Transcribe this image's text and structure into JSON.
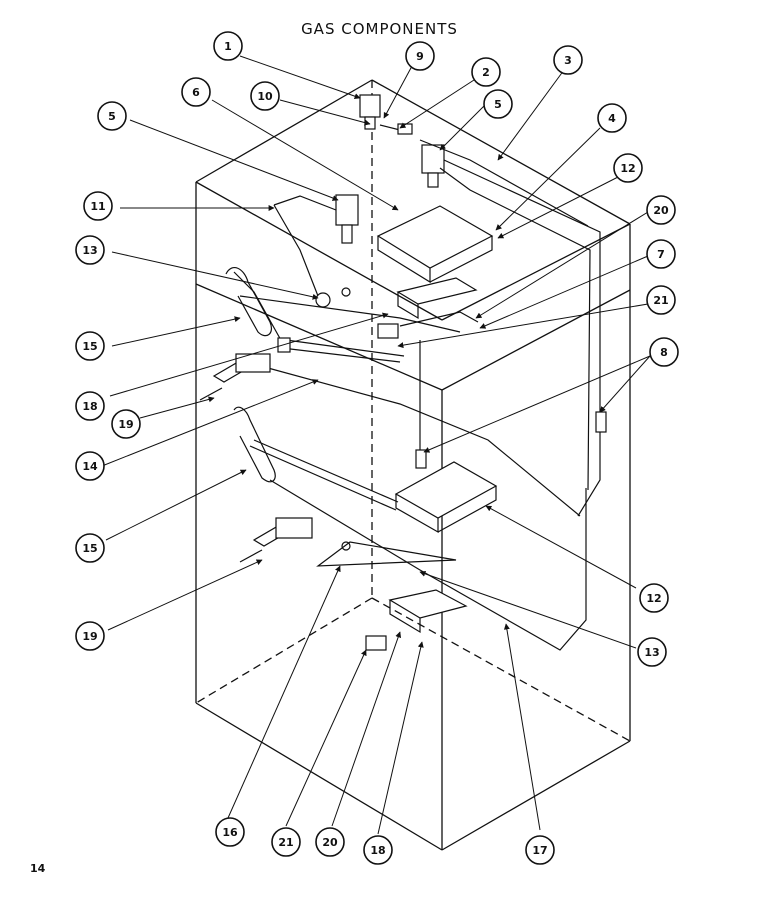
{
  "title": "GAS COMPONENTS",
  "page_number": "14",
  "callouts": [
    {
      "id": "c1",
      "label": "1"
    },
    {
      "id": "c9",
      "label": "9"
    },
    {
      "id": "c2",
      "label": "2"
    },
    {
      "id": "c3",
      "label": "3"
    },
    {
      "id": "c10",
      "label": "10"
    },
    {
      "id": "c6",
      "label": "6"
    },
    {
      "id": "c5a",
      "label": "5"
    },
    {
      "id": "c4",
      "label": "4"
    },
    {
      "id": "c5b",
      "label": "5"
    },
    {
      "id": "c12a",
      "label": "12"
    },
    {
      "id": "c11",
      "label": "11"
    },
    {
      "id": "c20a",
      "label": "20"
    },
    {
      "id": "c13a",
      "label": "13"
    },
    {
      "id": "c7",
      "label": "7"
    },
    {
      "id": "c21a",
      "label": "21"
    },
    {
      "id": "c15a",
      "label": "15"
    },
    {
      "id": "c8",
      "label": "8"
    },
    {
      "id": "c18a",
      "label": "18"
    },
    {
      "id": "c19a",
      "label": "19"
    },
    {
      "id": "c14",
      "label": "14"
    },
    {
      "id": "c15b",
      "label": "15"
    },
    {
      "id": "c12b",
      "label": "12"
    },
    {
      "id": "c19b",
      "label": "19"
    },
    {
      "id": "c13b",
      "label": "13"
    },
    {
      "id": "c16",
      "label": "16"
    },
    {
      "id": "c21b",
      "label": "21"
    },
    {
      "id": "c20b",
      "label": "20"
    },
    {
      "id": "c18b",
      "label": "18"
    },
    {
      "id": "c17",
      "label": "17"
    }
  ]
}
